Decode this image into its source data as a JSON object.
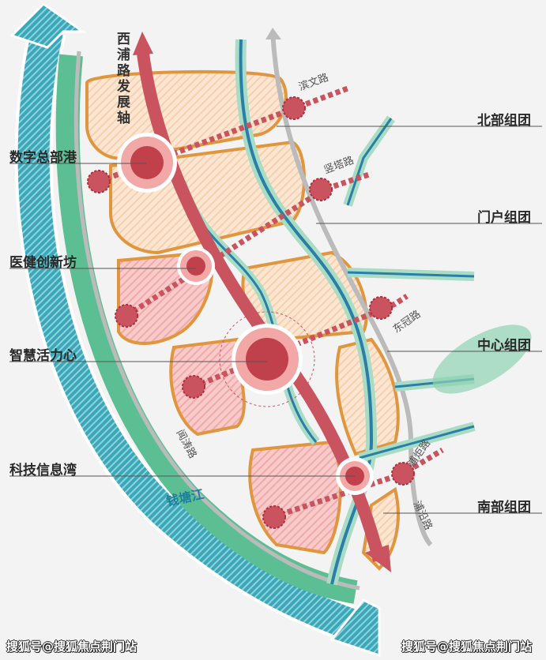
{
  "axis_label": "西浦路发展轴",
  "nodes": [
    "数字总部港",
    "医健创新坊",
    "智慧活力心",
    "科技信息湾"
  ],
  "clusters": [
    "北部组团",
    "门户组团",
    "中心组团",
    "南部组团"
  ],
  "river": "钱塘江",
  "roads": {
    "wentao": "闻涛路",
    "binwen": "滨文路",
    "shuta": "竖塔路",
    "dongguan": "东冠路",
    "puju": "浦炬路",
    "puyan": "浦沿路"
  },
  "watermark": "搜狐号@搜狐焦点荆门站",
  "colors": {
    "river": "#3aa8b8",
    "green": "#5cbf93",
    "axis": "#c9535f",
    "orange": "#e0963e",
    "peach": "#fbe0c8",
    "pink": "#f6c4c4",
    "water": "#2a7fa8"
  }
}
